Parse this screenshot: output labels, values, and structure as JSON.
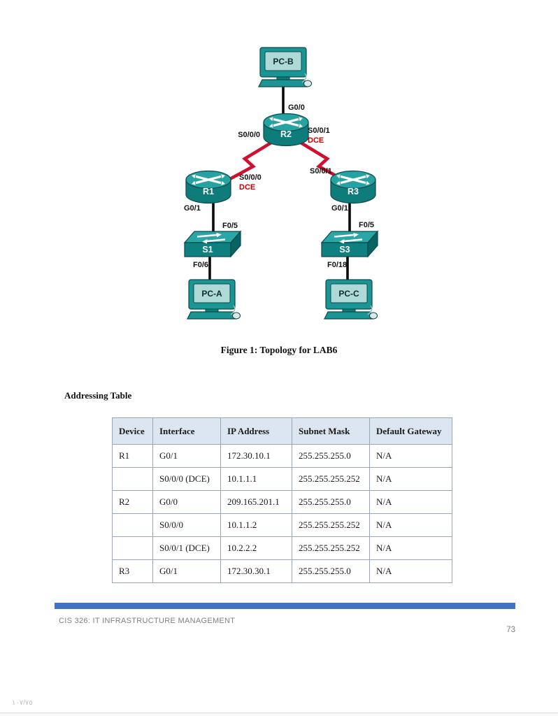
{
  "figure": {
    "caption": "Figure 1: Topology for LAB6",
    "topology": {
      "devices": [
        {
          "name": "PC-B",
          "type": "pc"
        },
        {
          "name": "R2",
          "type": "router"
        },
        {
          "name": "R1",
          "type": "router"
        },
        {
          "name": "R3",
          "type": "router"
        },
        {
          "name": "S1",
          "type": "switch"
        },
        {
          "name": "S3",
          "type": "switch"
        },
        {
          "name": "PC-A",
          "type": "pc"
        },
        {
          "name": "PC-C",
          "type": "pc"
        }
      ],
      "links": [
        {
          "from": "PC-B",
          "to": "R2",
          "type": "ethernet",
          "to_interface": "G0/0"
        },
        {
          "from": "R2",
          "to": "R1",
          "type": "serial",
          "from_interface": "S0/0/0",
          "to_interface": "S0/0/0 (DCE)"
        },
        {
          "from": "R2",
          "to": "R3",
          "type": "serial",
          "from_interface": "S0/0/1 (DCE)",
          "to_interface": "S0/0/1"
        },
        {
          "from": "R1",
          "to": "S1",
          "type": "ethernet",
          "from_interface": "G0/1",
          "to_interface": "F0/5"
        },
        {
          "from": "S1",
          "to": "PC-A",
          "type": "ethernet",
          "from_interface": "F0/6"
        },
        {
          "from": "R3",
          "to": "S3",
          "type": "ethernet",
          "from_interface": "G0/1",
          "to_interface": "F0/5"
        },
        {
          "from": "S3",
          "to": "PC-C",
          "type": "ethernet",
          "from_interface": "F0/18"
        }
      ],
      "labels": {
        "pc_b": "PC-B",
        "pc_a": "PC-A",
        "pc_c": "PC-C",
        "r1": "R1",
        "r2": "R2",
        "r3": "R3",
        "s1": "S1",
        "s3": "S3",
        "g0_0": "G0/0",
        "r2_s0_0_0": "S0/0/0",
        "r2_s0_0_1": "S0/0/1",
        "r2_dce": "DCE",
        "r1_s0_0_0": "S0/0/0",
        "r1_dce": "DCE",
        "r3_s0_0_1": "S0/0/1",
        "r1_g0_1": "G0/1",
        "r3_g0_1": "G0/1",
        "s1_f0_5": "F0/5",
        "s1_f0_6": "F0/6",
        "s3_f0_5": "F0/5",
        "s3_f0_18": "F0/18"
      }
    }
  },
  "addressing_table": {
    "heading": "Addressing Table",
    "columns": [
      "Device",
      "Interface",
      "IP Address",
      "Subnet Mask",
      "Default Gateway"
    ],
    "rows": [
      [
        "R1",
        "G0/1",
        "172.30.10.1",
        "255.255.255.0",
        "N/A"
      ],
      [
        "",
        "S0/0/0 (DCE)",
        "10.1.1.1",
        "255.255.255.252",
        "N/A"
      ],
      [
        "R2",
        "G0/0",
        "209.165.201.1",
        "255.255.255.0",
        "N/A"
      ],
      [
        "",
        "S0/0/0",
        "10.1.1.2",
        "255.255.255.252",
        "N/A"
      ],
      [
        "",
        "S0/0/1 (DCE)",
        "10.2.2.2",
        "255.255.255.252",
        "N/A"
      ],
      [
        "R3",
        "G0/1",
        "172.30.30.1",
        "255.255.255.0",
        "N/A"
      ]
    ]
  },
  "footer": {
    "course": "CIS 326: IT INFRASTRUCTURE MANAGEMENT",
    "page_number": "73"
  },
  "viewer": {
    "page_indicator": "١٠٧/٧٥"
  },
  "colors": {
    "accent_bar": "#4472c4",
    "table_header_bg": "#dce6f1",
    "serial_link_red": "#d01030",
    "dce_text_red": "#c00000",
    "device_teal_dark": "#0f7c7c",
    "device_teal_light": "#26a2a2",
    "ethernet_link": "#0a0a0a"
  }
}
